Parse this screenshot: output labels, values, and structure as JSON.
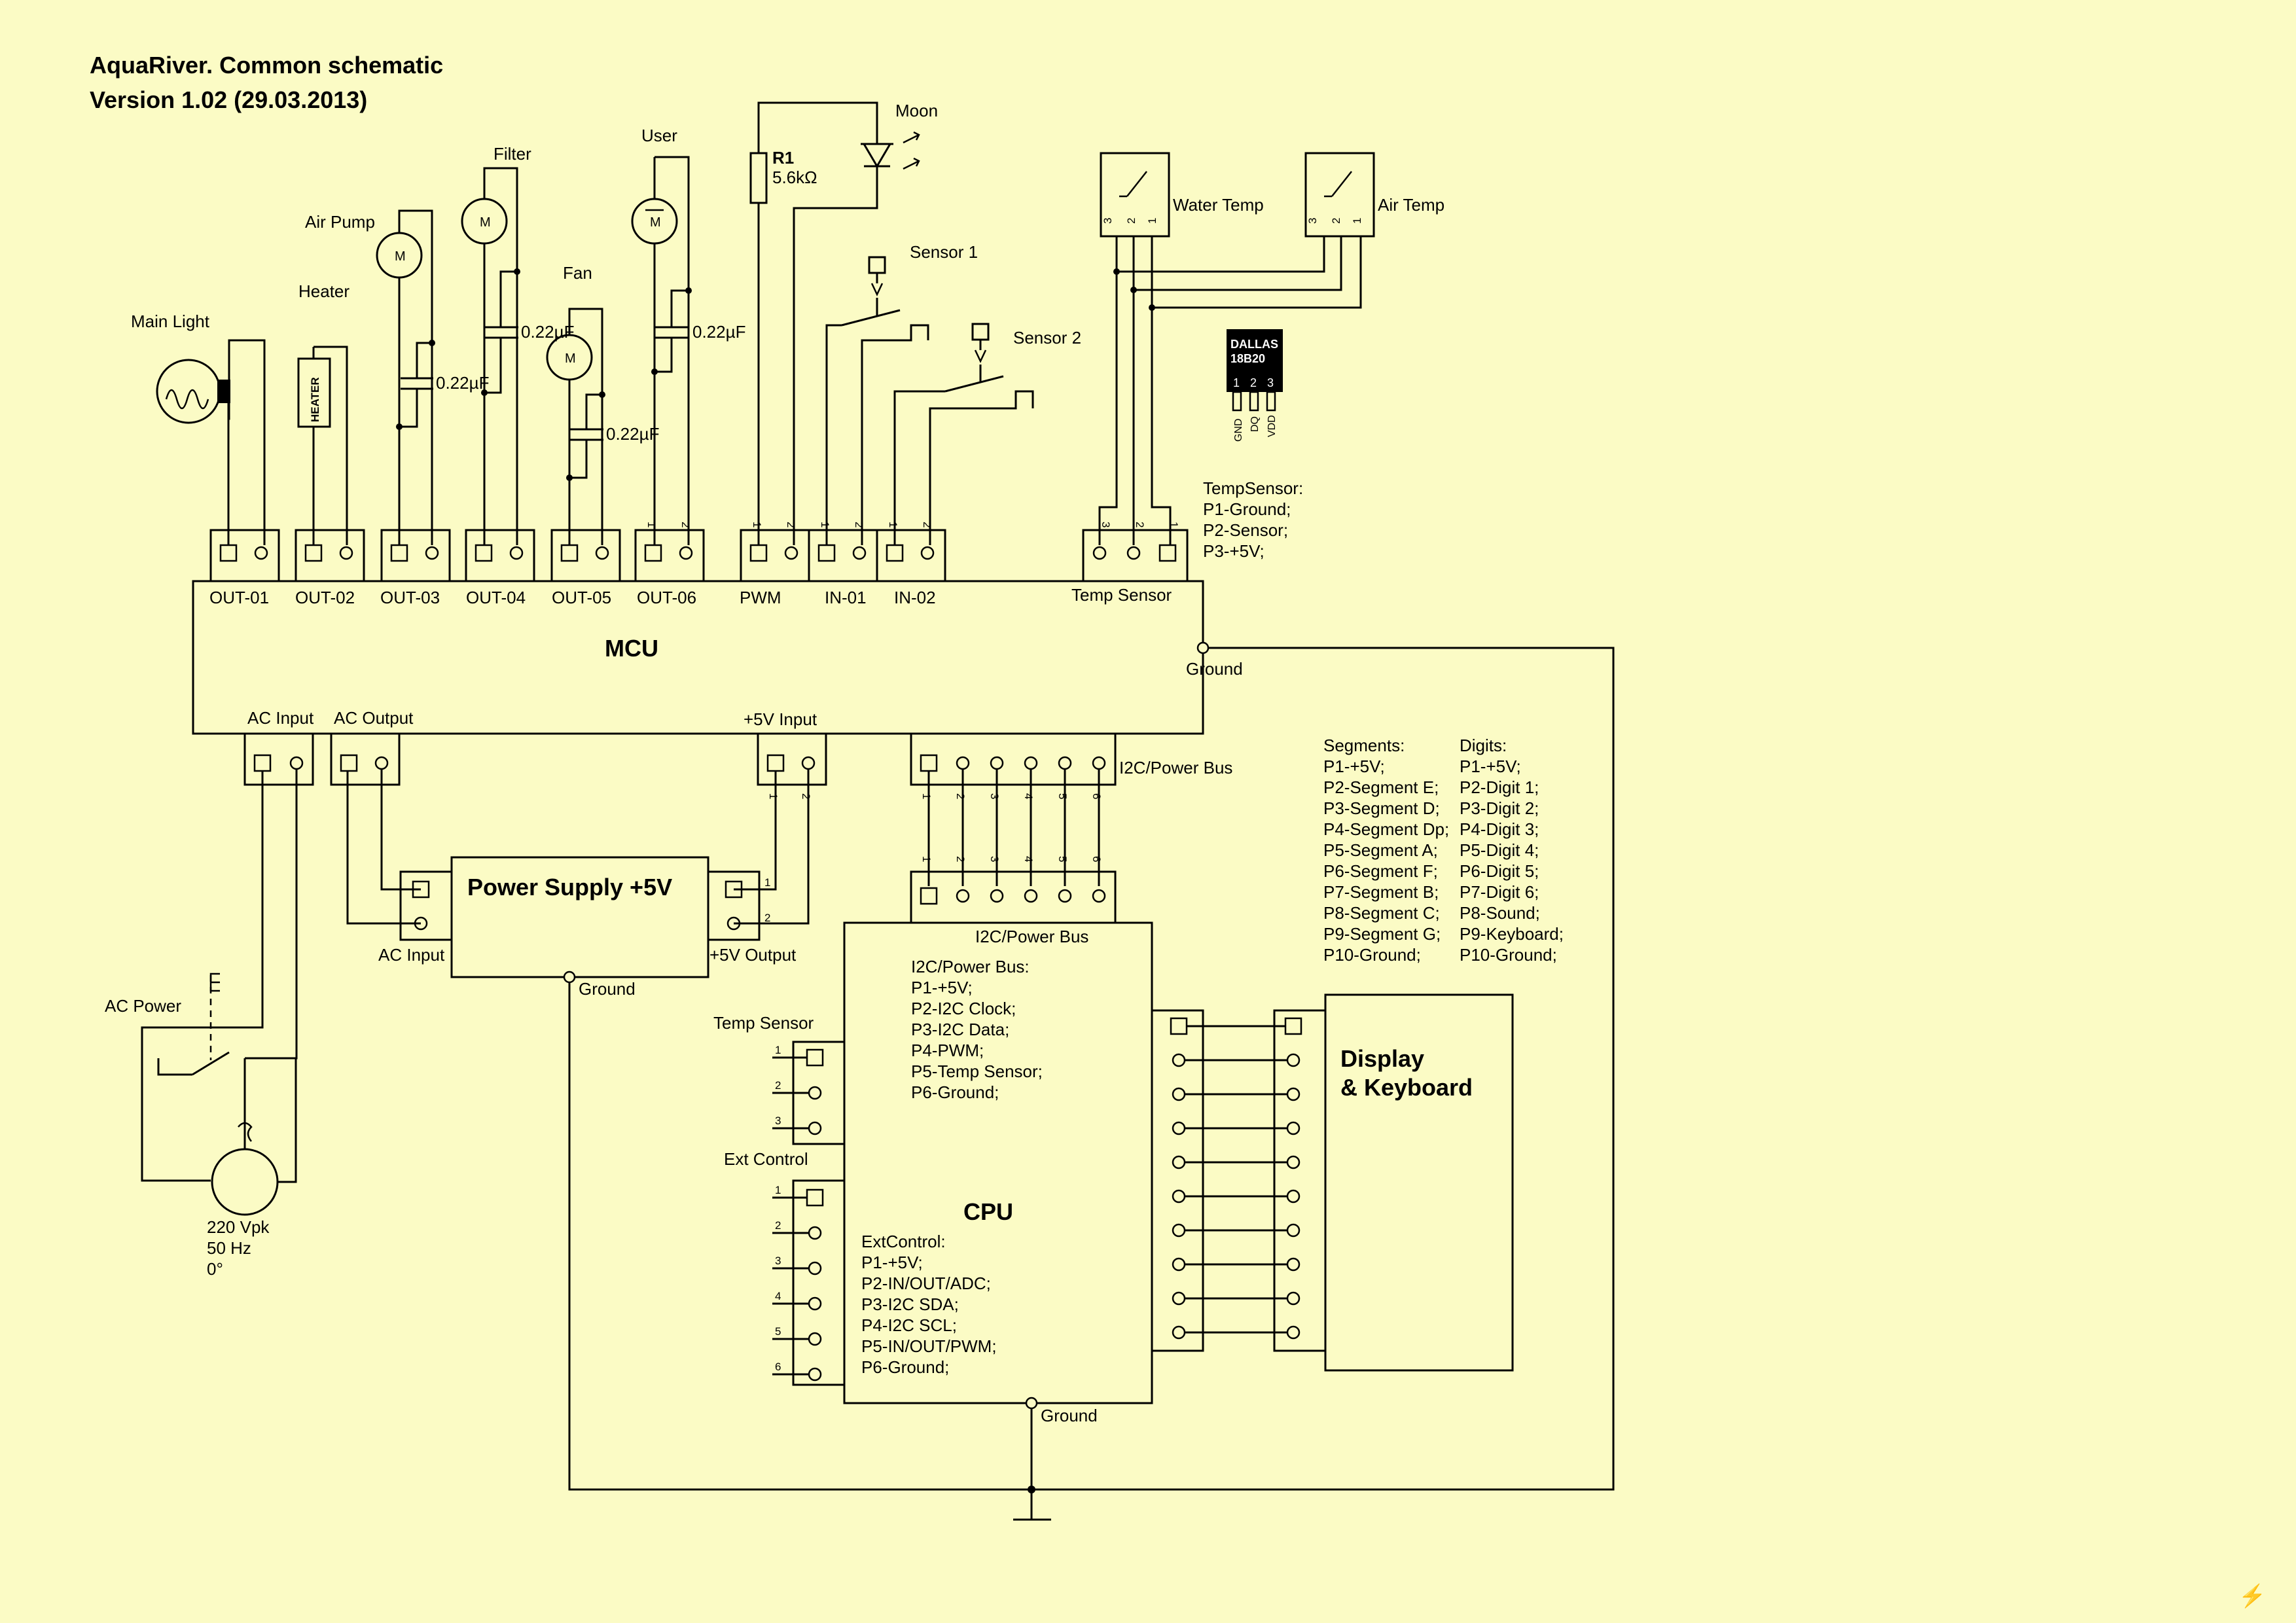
{
  "title": {
    "line1": "AquaRiver. Common schematic",
    "line2": "Version 1.02 (29.03.2013)"
  },
  "loads": {
    "main_light": "Main Light",
    "heater": "Heater",
    "heater_text": "HEATER",
    "air_pump": "Air Pump",
    "filter": "Filter",
    "fan": "Fan",
    "user": "User",
    "moon": "Moon",
    "sensor1": "Sensor 1",
    "sensor2": "Sensor 2",
    "water_temp": "Water Temp",
    "air_temp": "Air Temp",
    "motor_glyph": "M"
  },
  "components": {
    "r1_name": "R1",
    "r1_value": "5.6kΩ",
    "cap_value": "0.22µF",
    "dallas_line1": "DALLAS",
    "dallas_line2": "18B20",
    "dallas_pins": [
      "GND",
      "DQ",
      "VDD"
    ]
  },
  "temp_sensor_info": [
    "TempSensor:",
    "P1-Ground;",
    "P2-Sensor;",
    "P3-+5V;"
  ],
  "mcu": {
    "name": "MCU",
    "connectors": [
      "OUT-01",
      "OUT-02",
      "OUT-03",
      "OUT-04",
      "OUT-05",
      "OUT-06",
      "PWM",
      "IN-01",
      "IN-02"
    ],
    "temp_sensor": "Temp Sensor",
    "ground": "Ground",
    "ac_input": "AC Input",
    "ac_output": "AC Output",
    "v5_input": "+5V Input",
    "i2c_bus": "I2C/Power Bus"
  },
  "power_supply": {
    "name": "Power Supply +5V",
    "ac_input": "AC Input",
    "v5_output": "+5V Output",
    "ground": "Ground"
  },
  "ac_power": {
    "label": "AC Power",
    "voltage": "220 Vpk",
    "frequency": "50 Hz",
    "phase": "0°"
  },
  "cpu": {
    "name": "CPU",
    "i2c_bus": "I2C/Power Bus",
    "temp_sensor": "Temp Sensor",
    "ext_control": "Ext Control",
    "ground": "Ground",
    "bus_info": [
      "I2C/Power Bus:",
      "P1-+5V;",
      "P2-I2C Clock;",
      "P3-I2C Data;",
      "P4-PWM;",
      "P5-Temp Sensor;",
      "P6-Ground;"
    ],
    "ext_info": [
      "ExtControl:",
      "P1-+5V;",
      "P2-IN/OUT/ADC;",
      "P3-I2C SDA;",
      "P4-I2C SCL;",
      "P5-IN/OUT/PWM;",
      "P6-Ground;"
    ]
  },
  "segments_info": [
    "Segments:",
    "P1-+5V;",
    "P2-Segment E;",
    "P3-Segment D;",
    "P4-Segment Dp;",
    "P5-Segment A;",
    "P6-Segment F;",
    "P7-Segment B;",
    "P8-Segment C;",
    "P9-Segment G;",
    "P10-Ground;"
  ],
  "digits_info": [
    "Digits:",
    "P1-+5V;",
    "P2-Digit 1;",
    "P3-Digit 2;",
    "P4-Digit 3;",
    "P5-Digit 4;",
    "P6-Digit 5;",
    "P7-Digit 6;",
    "P8-Sound;",
    "P9-Keyboard;",
    "P10-Ground;"
  ],
  "display": {
    "line1": "Display",
    "line2": "& Keyboard"
  },
  "pin_numbers": {
    "p1": "1",
    "p2": "2",
    "p3": "3",
    "p4": "4",
    "p5": "5",
    "p6": "6"
  }
}
